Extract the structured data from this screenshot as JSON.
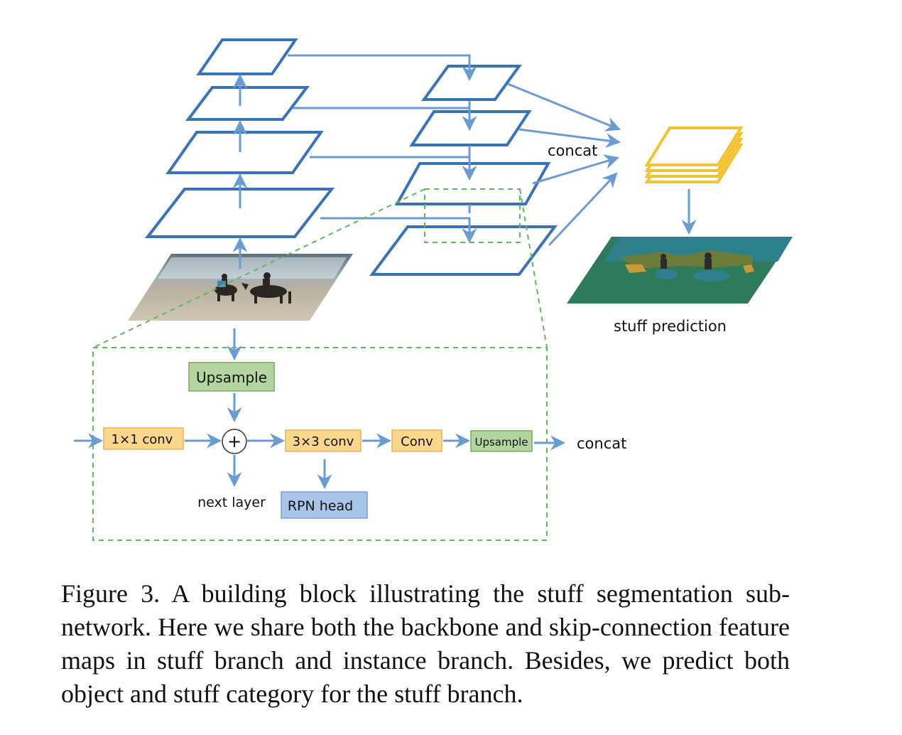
{
  "diagram": {
    "labels": {
      "concat_top": "concat",
      "stuff_prediction": "stuff prediction",
      "upsample_top": "Upsample",
      "conv1x1": "1×1 conv",
      "plus": "+",
      "conv3x3": "3×3 conv",
      "conv": "Conv",
      "upsample_small": "Upsample",
      "concat_bottom": "concat",
      "next_layer": "next layer",
      "rpn_head": "RPN head"
    },
    "colors": {
      "feature_map": "#3a72b8",
      "arrow": "#6a9bd1",
      "stuff_output": "#f1c232",
      "dashed_box": "#5fb85f",
      "green_box_fill": "#b5d5a0",
      "green_box_stroke": "#7aa862",
      "orange_box_fill": "#fbd68d",
      "orange_box_stroke": "#e2b45c",
      "blue_box_fill": "#a8c4e6",
      "blue_box_stroke": "#7e9fcc"
    }
  },
  "caption": "Figure 3. A building block illustrating the stuff segmentation sub-network. Here we share both the backbone and skip-connection feature maps in stuff branch and instance branch. Besides, we predict both object and stuff category for the stuff branch."
}
